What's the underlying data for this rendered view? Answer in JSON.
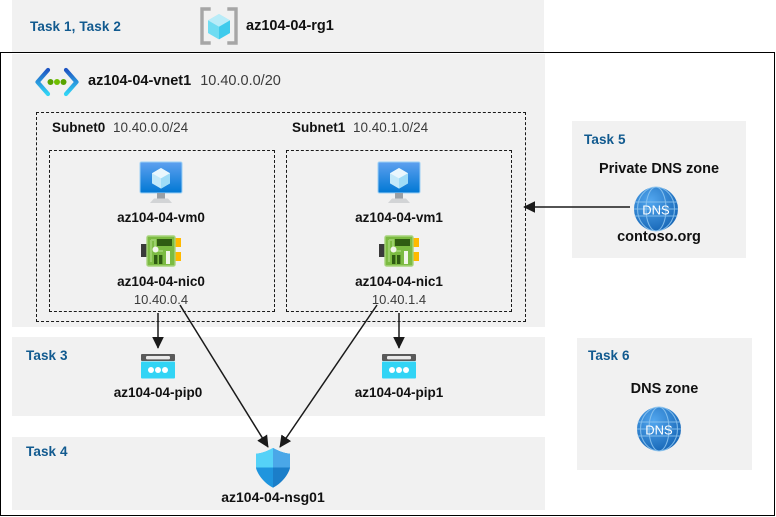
{
  "diagram": {
    "title_band": {
      "task_label": "Task 1, Task 2",
      "resource_group_icon": "resource-group-icon",
      "resource_group_name": "az104-04-rg1"
    },
    "vnet": {
      "icon": "virtual-network-icon",
      "name": "az104-04-vnet1",
      "cidr": "10.40.0.0/20"
    },
    "subnets": [
      {
        "label": "Subnet0",
        "cidr": "10.40.0.0/24",
        "vm": {
          "icon": "virtual-machine-icon",
          "name": "az104-04-vm0"
        },
        "nic": {
          "icon": "network-interface-icon",
          "name": "az104-04-nic0",
          "ip": "10.40.0.4"
        }
      },
      {
        "label": "Subnet1",
        "cidr": "10.40.1.0/24",
        "vm": {
          "icon": "virtual-machine-icon",
          "name": "az104-04-vm1"
        },
        "nic": {
          "icon": "network-interface-icon",
          "name": "az104-04-nic1",
          "ip": "10.40.1.4"
        }
      }
    ],
    "task3": {
      "task_label": "Task 3",
      "pip0": {
        "icon": "public-ip-address-icon",
        "name": "az104-04-pip0"
      },
      "pip1": {
        "icon": "public-ip-address-icon",
        "name": "az104-04-pip1"
      }
    },
    "task4": {
      "task_label": "Task 4",
      "nsg": {
        "icon": "network-security-group-icon",
        "name": "az104-04-nsg01"
      }
    },
    "task5": {
      "task_label": "Task 5",
      "heading": "Private DNS zone",
      "icon": "dns-zone-icon",
      "icon_text": "DNS",
      "name": "contoso.org"
    },
    "task6": {
      "task_label": "Task 6",
      "heading": "DNS zone",
      "icon": "dns-zone-icon",
      "icon_text": "DNS"
    },
    "colors": {
      "task_label": "#115a8f",
      "panel_bg": "#f1f1f1",
      "page_bg": "#ffffff",
      "azure_blue": "#0078d4",
      "cyan": "#32c8f0",
      "nic_green": "#6cb33f",
      "dns_blue": "#2a7fd4"
    }
  }
}
